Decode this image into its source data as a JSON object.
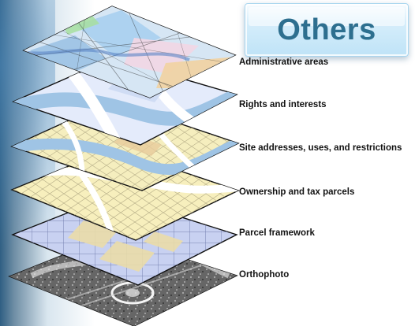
{
  "title": "Others",
  "layers": [
    {
      "label": "Administrative areas"
    },
    {
      "label": "Rights and interests"
    },
    {
      "label": "Site addresses, uses, and restrictions"
    },
    {
      "label": "Ownership and tax parcels"
    },
    {
      "label": "Parcel framework"
    },
    {
      "label": "Orthophoto"
    }
  ],
  "colors": {
    "title_text": "#2d6f8f",
    "title_box": "#bfe3f7",
    "map_blue": "#9fc4e5",
    "map_yellow": "#f4efb8",
    "grid_blue": "#b9c9ef",
    "photo_dark": "#555555"
  }
}
